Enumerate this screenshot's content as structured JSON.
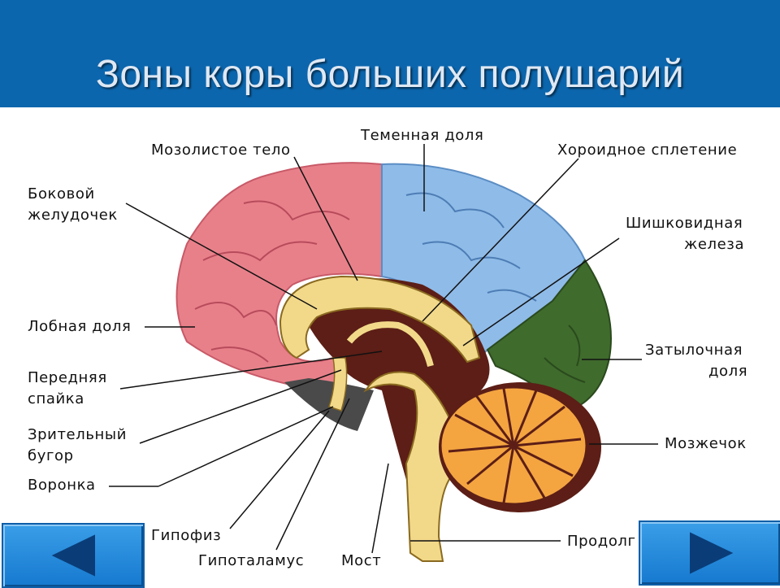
{
  "slide": {
    "title": "Зоны коры больших полушарий"
  },
  "labels": {
    "mozolistoe_telo": "Мозолистое тело",
    "temennaya_dolya": "Теменная доля",
    "horoidnoe_spletenie": "Хороидное сплетение",
    "bokovoy_1": "Боковой",
    "bokovoy_2": "желудочек",
    "shishkovidnaya_1": "Шишковидная",
    "shishkovidnaya_2": "железа",
    "lobnaya_dolya": "Лобная доля",
    "zatylochnaya_1": "Затылочная",
    "zatylochnaya_2": "доля",
    "perednyaya_1": "Передняя",
    "perednyaya_2": "спайка",
    "zritelny_1": "Зрительный",
    "zritelny_2": "бугор",
    "mozzhechok": "Мозжечок",
    "voronka": "Воронка",
    "gipofiz": "Гипофиз",
    "gipotalamus": "Гипоталамус",
    "most": "Мост",
    "prodolgovaty": "Продолг"
  },
  "colors": {
    "header": "#0c66ad",
    "frontal": "#e8808a",
    "parietal": "#8fbbe8",
    "occipital": "#3f6b2c",
    "diencephalon": "#5c1e16",
    "corpus_callosum": "#f2d98a",
    "cerebellum": "#f4a540"
  },
  "nav": {
    "prev": "left-arrow-icon",
    "next": "right-arrow-icon"
  }
}
